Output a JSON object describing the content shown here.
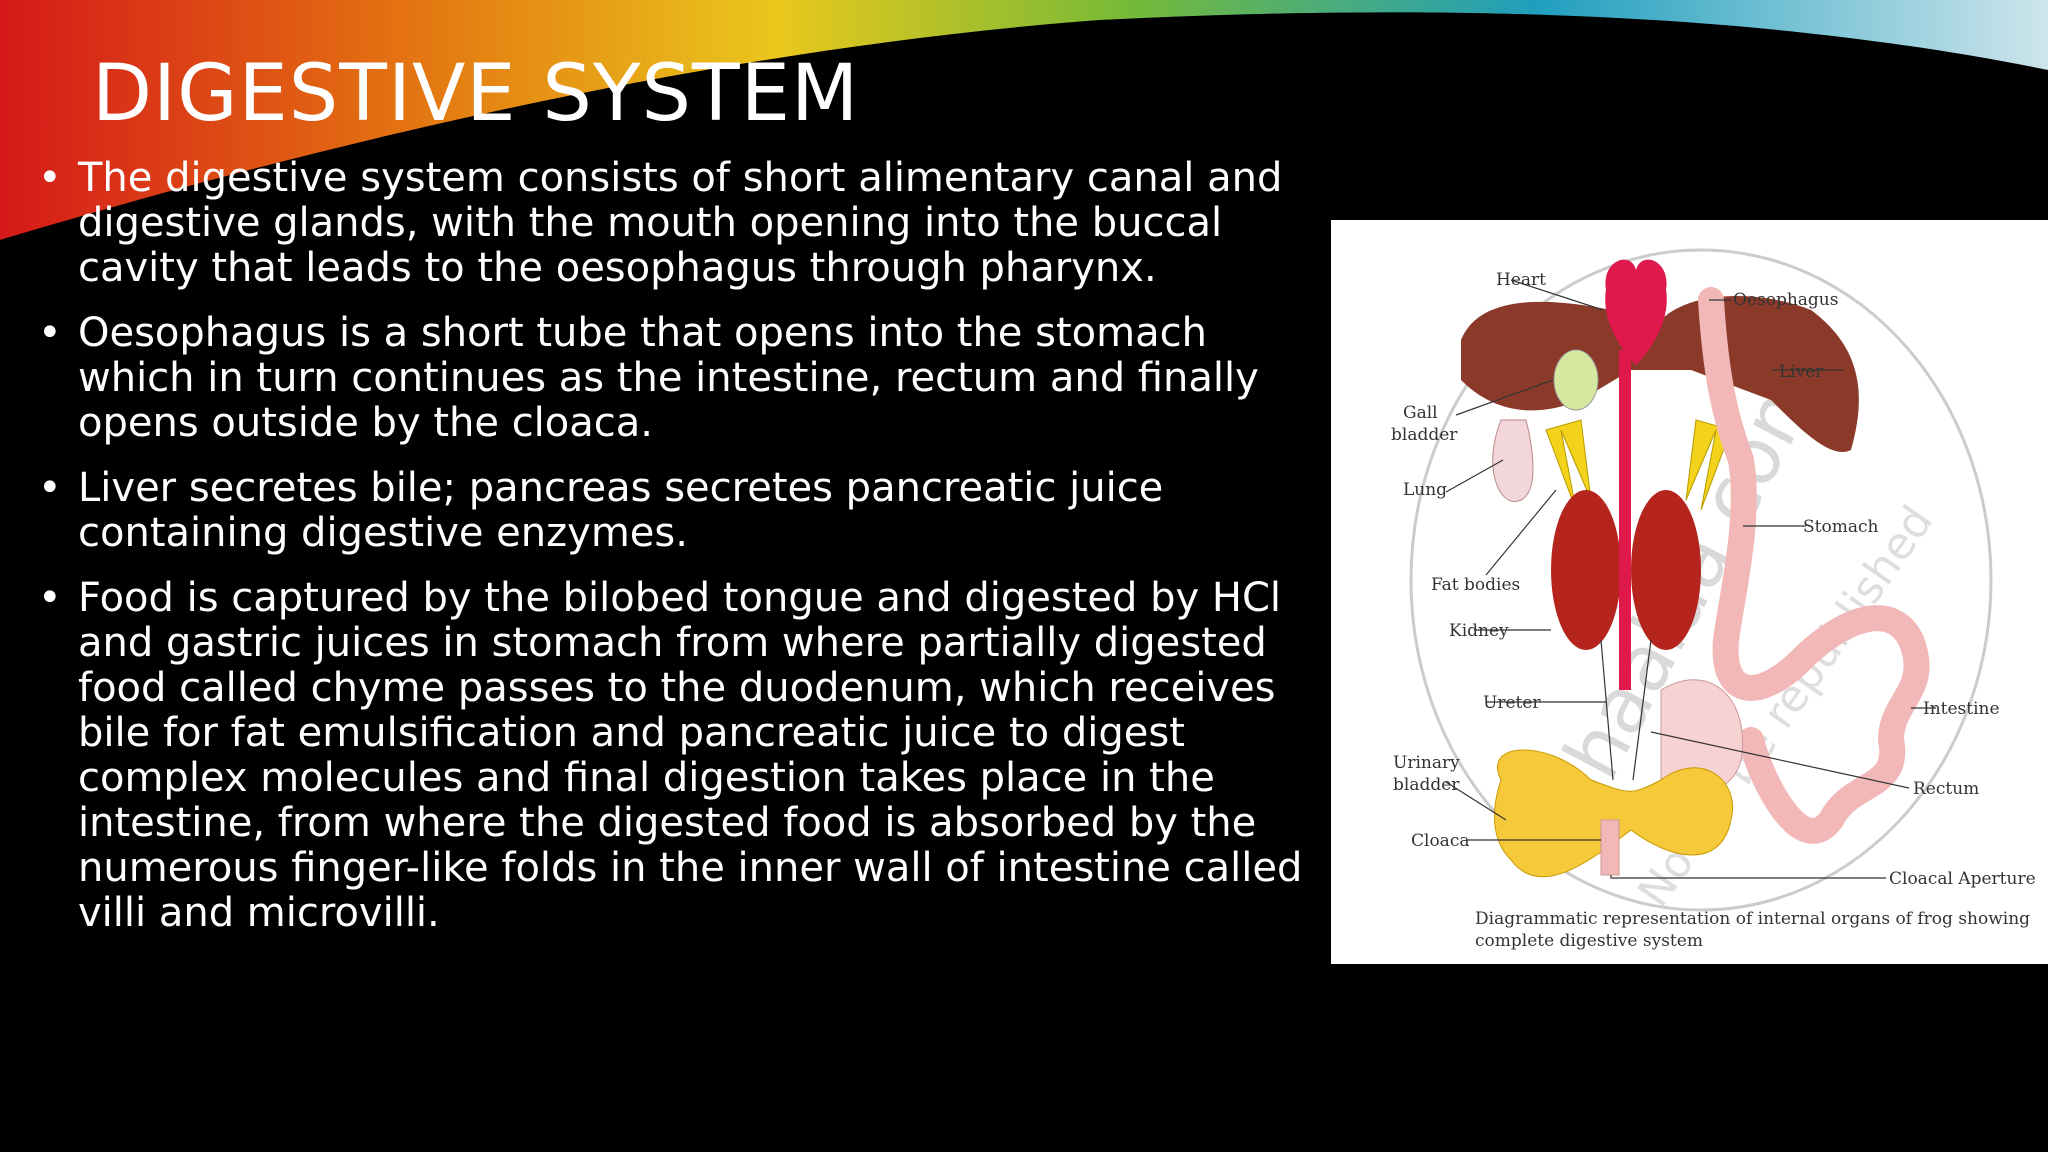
{
  "slide": {
    "title": "DIGESTIVE SYSTEM",
    "bullets": [
      "The digestive system consists of short alimentary canal and digestive glands, with the mouth opening into the buccal cavity that leads to the oesophagus through pharynx.",
      "Oesophagus is a short tube that opens into the stomach which in turn continues as the intestine, rectum and finally opens outside by the cloaca.",
      "Liver secretes bile; pancreas secretes pancreatic juice containing digestive enzymes.",
      "Food is captured by the bilobed tongue and digested by HCl and gastric juices in stomach from where partially digested food called chyme passes to the duodenum, which receives bile for fat emulsification and pancreatic juice to digest complex molecules and final digestion takes place in the intestine, from where the digested food is absorbed by the numerous finger-like folds in the inner wall of intestine called villi and microvilli."
    ],
    "bullet_glyph": "•"
  },
  "figure": {
    "labels": {
      "heart": "Heart",
      "oesophagus": "Oesophagus",
      "liver": "Liver",
      "gall1": "Gall",
      "gall2": "bladder",
      "lung": "Lung",
      "stomach": "Stomach",
      "fat_bodies": "Fat bodies",
      "kidney": "Kidney",
      "ureter": "Ureter",
      "intestine": "Intestine",
      "urinary1": "Urinary",
      "urinary2": "bladder",
      "rectum": "Rectum",
      "cloaca": "Cloaca",
      "cloacal_aperture": "Cloacal Aperture"
    },
    "caption_line1": "Diagrammatic representation of internal organs of frog showing",
    "caption_line2": "complete digestive system",
    "watermark1": "shaalaa.com",
    "watermark2": "Not to be republished",
    "colors": {
      "liver": "#8b3a2a",
      "heart": "#e0194d",
      "gall": "#d6e8a0",
      "fat": "#f2d21b",
      "kidney": "#b5251d",
      "stomach": "#f2b8b8",
      "bladder": "#f5c93a"
    }
  }
}
